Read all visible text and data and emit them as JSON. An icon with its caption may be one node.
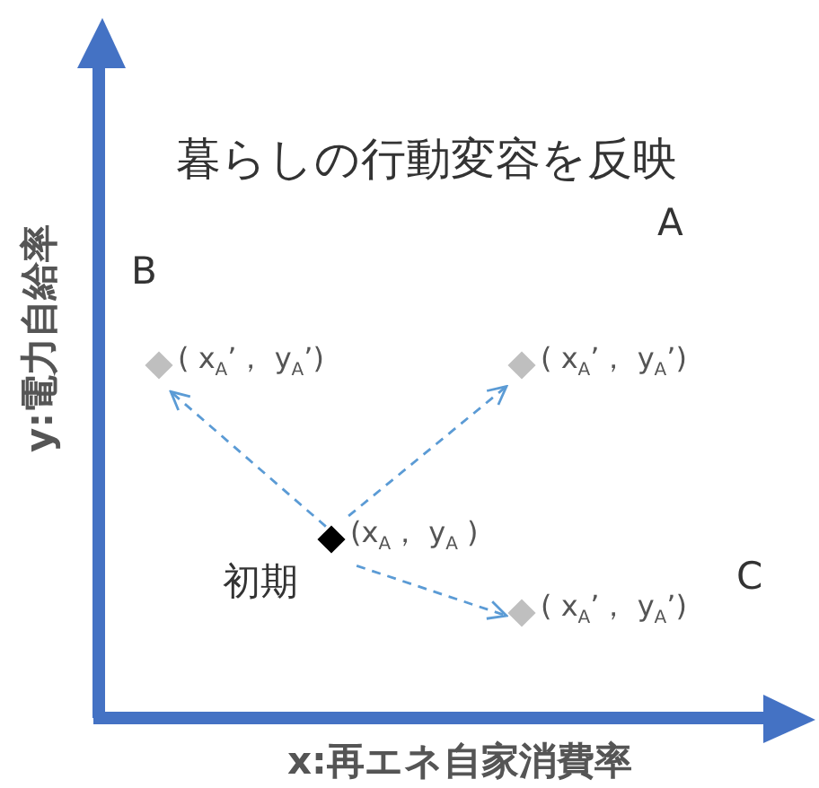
{
  "diagram": {
    "title": "暮らしの行動変容を反映",
    "nodes": [
      {
        "text": [
          "(x$_{A}$， y$_{A}$ )"
        ],
        "beside": [
          "初期"
        ]
      },
      {
        "text": [
          "( x$_{A}$’， y$_{A}$’)"
        ],
        "beside": [
          "B"
        ]
      },
      {
        "text": [
          "( x$_{A}$’， y$_{A}$’)"
        ]
      },
      {
        "text": [
          "( x$_{A}$’， y$_{A}$’)"
        ]
      }
    ],
    "edges": [
      {
        "from": 0,
        "to": 1,
        "arrow": "to",
        "style": "dashed"
      },
      {
        "from": 0,
        "to": 2,
        "arrow": "to",
        "style": "dashed"
      },
      {
        "from": 0,
        "to": 3,
        "arrow": "to",
        "style": "dashed"
      }
    ],
    "labels": [
      "A",
      "C",
      "y:電力自給率",
      "x:再エネ自家消費率"
    ]
  }
}
